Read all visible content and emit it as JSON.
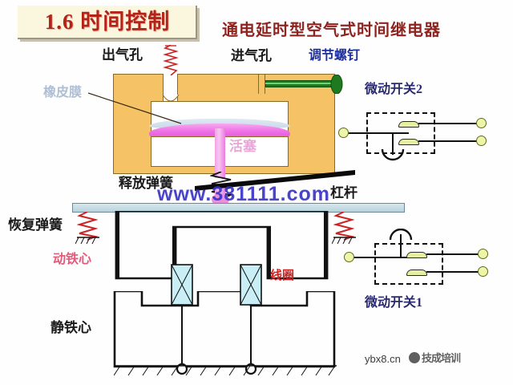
{
  "slide": {
    "title": "1.6 时间控制",
    "heading": "通电延时型空气式时间继电器",
    "background_color": "#fefefe",
    "title_color": "#b32317",
    "title_plate_color": "#fbf7df",
    "heading_color": "#8e2420"
  },
  "labels": {
    "air_outlet": "出气孔",
    "air_inlet": "进气孔",
    "adjust_screw": "调节螺钉",
    "rubber_membrane": "橡皮膜",
    "piston": "活塞",
    "release_spring": "释放弹簧",
    "lever": "杠杆",
    "restore_spring": "恢复弹簧",
    "moving_core": "动铁心",
    "static_core": "静铁心",
    "coil": "线圈",
    "micro_switch_2": "微动开关2",
    "micro_switch_1": "微动开关1"
  },
  "label_colors": {
    "air_outlet": "#1a1a1a",
    "air_inlet": "#1a1a1a",
    "adjust_screw": "#1c2f9b",
    "rubber_membrane": "#aebfd4",
    "piston": "#e7a8d8",
    "release_spring": "#1a1a1a",
    "lever": "#1a1a1a",
    "restore_spring": "#1a1a1a",
    "moving_core": "#e05a7a",
    "static_core": "#1a1a1a",
    "coil": "#d01f1f",
    "micro_switch_2": "#2a2a6e",
    "micro_switch_1": "#2a2a6e"
  },
  "components": {
    "body_color": "#f5c266",
    "membrane_color": "#ee6fe6",
    "coil_block_color": "#c9eef5",
    "armature_plate_color": "#c2d8e2",
    "terminal_color": "#eef5a8",
    "spring_color": "#cc2222",
    "adjust_screw_color": "#1f7a1f"
  },
  "watermarks": {
    "main": "www.381111.com",
    "site": "ybx8.cn",
    "badge": "技成培训"
  }
}
